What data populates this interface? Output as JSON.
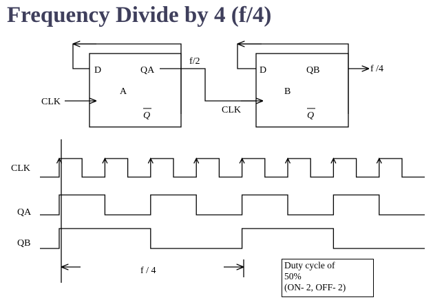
{
  "title": "Frequency Divide by 4 (f/4)",
  "flipflops": [
    {
      "name": "A",
      "d": "D",
      "q": "QA",
      "qbar": "Q",
      "clk": "CLK"
    },
    {
      "name": "B",
      "d": "D",
      "q": "QB",
      "qbar": "Q",
      "clk": "CLK"
    }
  ],
  "net_labels": {
    "mid": "f/2",
    "out": "f /4"
  },
  "timing": {
    "signals": [
      "CLK",
      "QA",
      "QB"
    ],
    "period_label": "f / 4",
    "clk_pulses": 8,
    "qa_toggle_every_clk": 1,
    "qb_toggle_every_clk": 2
  },
  "note": {
    "line1": "Duty cycle of",
    "line2": "50%",
    "line3": "(ON- 2, OFF- 2)"
  }
}
